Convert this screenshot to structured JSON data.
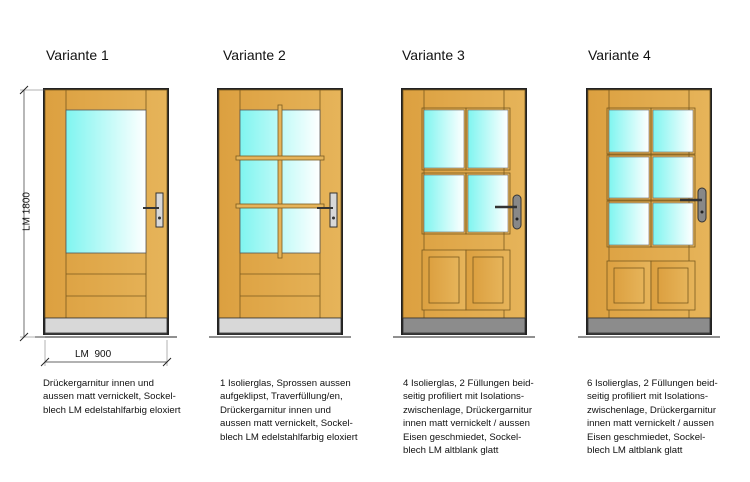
{
  "variants": [
    {
      "title": "Variante 1",
      "glazing": "single-pane",
      "lites": 1,
      "panels": 0,
      "kickplate": "edelstahlfarbig",
      "description": [
        "Drückergarnitur innen und",
        "aussen matt vernickelt, Sockel-",
        "blech LM edelstahlfarbig eloxiert"
      ]
    },
    {
      "title": "Variante 2",
      "glazing": "sprossen",
      "lites": 6,
      "panels": 0,
      "kickplate": "edelstahlfarbig",
      "description": [
        "1 Isolierglas, Sprossen aussen",
        "aufgeklipst, Traverfüllung/en,",
        "Drückergarnitur innen und",
        "aussen matt vernickelt, Sockel-",
        "blech LM edelstahlfarbig eloxiert"
      ]
    },
    {
      "title": "Variante 3",
      "glazing": "lites",
      "lites": 4,
      "panels": 2,
      "kickplate": "altblank",
      "description": [
        "4 Isolierglas, 2 Füllungen beid-",
        "seitig profiliert mit Isolations-",
        "zwischenlage, Drückergarnitur",
        "innen matt vernickelt / aussen",
        "Eisen geschmiedet, Sockel-",
        "blech LM altblank glatt"
      ]
    },
    {
      "title": "Variante 4",
      "glazing": "lites",
      "lites": 6,
      "panels": 2,
      "kickplate": "altblank",
      "description": [
        "6 Isolierglas, 2 Füllungen beid-",
        "seitig profiliert mit Isolations-",
        "zwischenlage, Drückergarnitur",
        "innen matt vernickelt / aussen",
        "Eisen geschmiedet, Sockel-",
        "blech LM altblank glatt"
      ]
    }
  ],
  "dimensions": {
    "height_label": "LM 1800",
    "width_label": "LM  900"
  },
  "colors": {
    "wood": "#dca040",
    "wood_light": "#e6b45a",
    "glass": "#7ff5f0",
    "kick_light": "#d8d8d8",
    "kick_dark": "#8c8c8c",
    "frame": "#222222"
  }
}
